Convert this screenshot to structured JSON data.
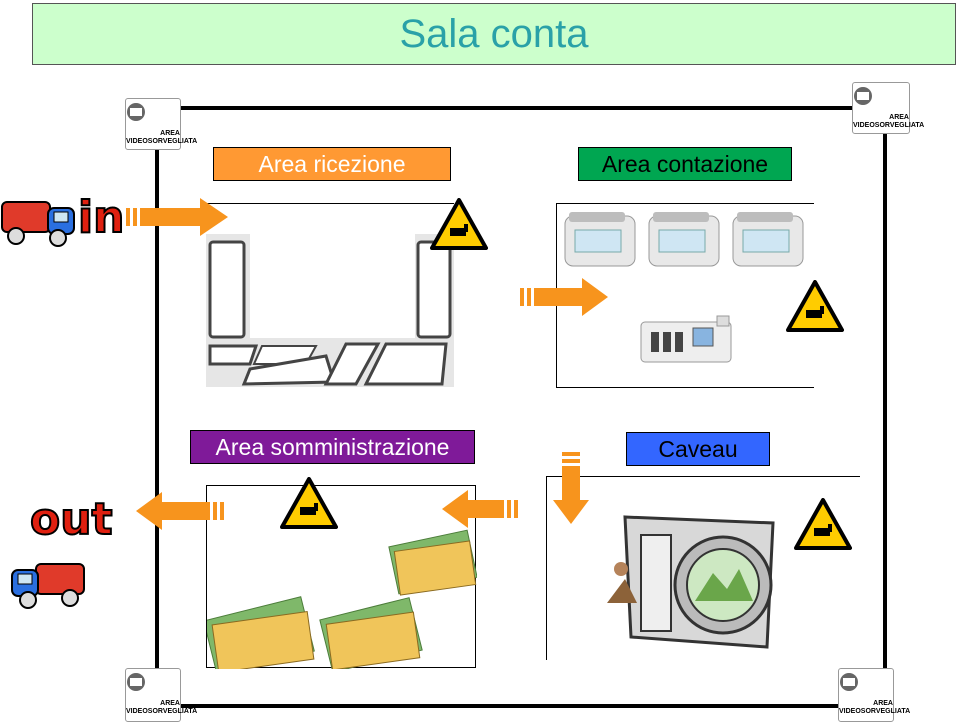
{
  "title": "Sala conta",
  "areas": {
    "ricezione": "Area ricezione",
    "contazione": "Area contazione",
    "somministrazione": "Area somministrazione",
    "caveau": "Caveau"
  },
  "badges": {
    "in": "in",
    "out": "out"
  },
  "sign": {
    "line1": "AREA",
    "line2": "VIDEOSORVEGLIATA"
  },
  "colors": {
    "title_bg": "#ccffcc",
    "title_text": "#2aa1a8",
    "ricezione_bg": "#ff9933",
    "contazione_bg": "#00a651",
    "somministrazione_bg": "#7f1a99",
    "caveau_bg": "#3366ff",
    "arrow": "#f7941d",
    "warning": "#ffcc00"
  },
  "icons": [
    "cctv-warning-sign-icon",
    "truck-icon",
    "cash-counter-icon",
    "banknotes-icon",
    "vault-icon"
  ]
}
